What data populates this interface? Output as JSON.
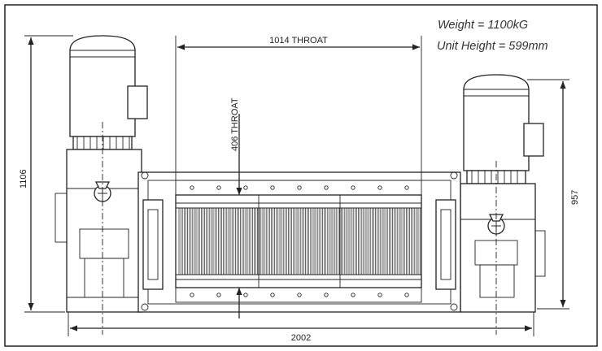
{
  "notes": {
    "weight": "Weight = 1100kG",
    "unit_height": "Unit Height = 599mm"
  },
  "dimensions": {
    "throat_width": "1014 THROAT",
    "throat_depth": "406 THROAT",
    "overall_length": "2002",
    "left_height": "1106",
    "right_height": "957"
  }
}
